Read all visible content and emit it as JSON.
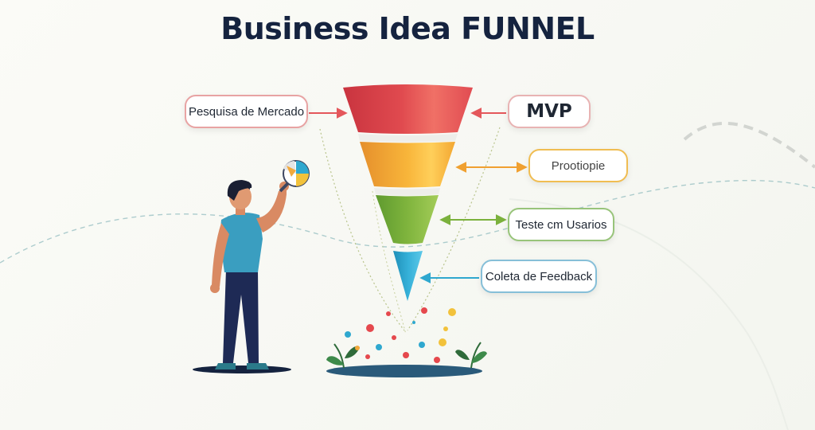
{
  "title": "Business Idea FUNNEL",
  "labels": {
    "research": "Pesquisa de Mercado",
    "mvp": "MVP",
    "prototype": "Prootiopie",
    "test": "Teste cm Usarios",
    "feedback": "Coleta de Feedback"
  },
  "colors": {
    "red": "#e5484d",
    "orange": "#f2a93b",
    "green": "#7bb13c",
    "teal": "#2fa8cf",
    "navy": "#15233f"
  }
}
